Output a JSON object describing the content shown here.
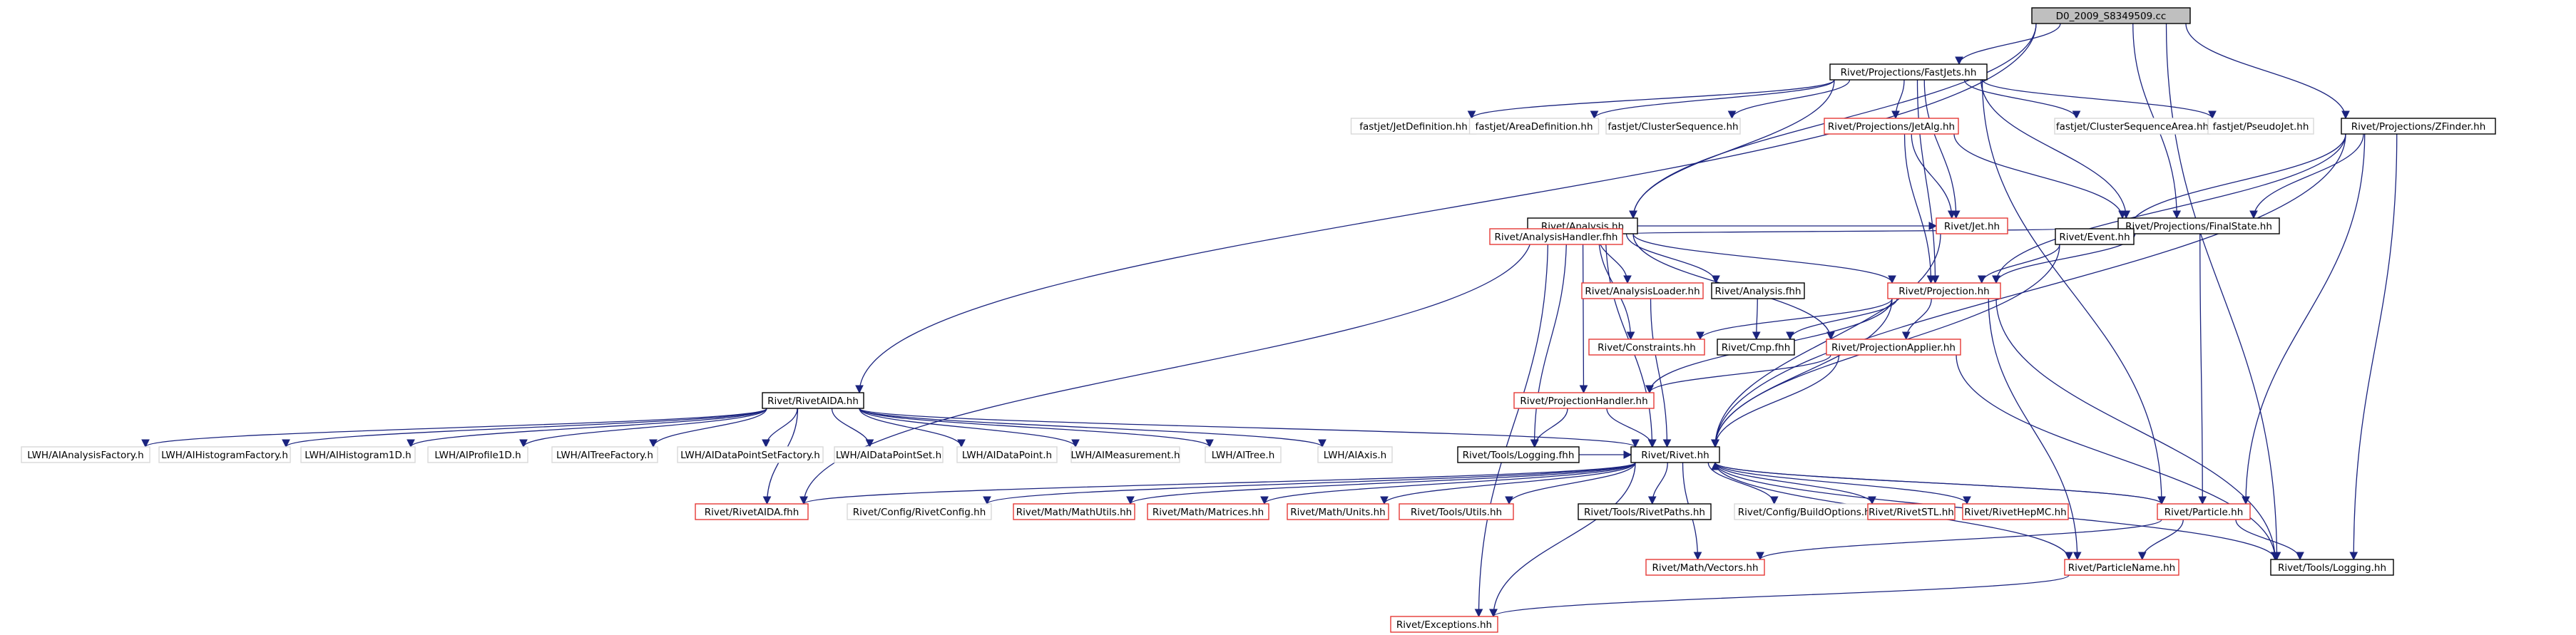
{
  "colors": {
    "edge": "#1a237e",
    "documented_border": "#000000",
    "undocumented_border": "#d8d8d8",
    "missing_border": "#e53935",
    "root_fill": "#bfbfbf",
    "text": "#000000"
  },
  "nodes": [
    {
      "id": "root",
      "label": "D0_2009_S8349509.cc",
      "kind": "root"
    },
    {
      "id": "fastjets",
      "label": "Rivet/Projections/FastJets.hh",
      "kind": "doc"
    },
    {
      "id": "zfinder",
      "label": "Rivet/Projections/ZFinder.hh",
      "kind": "doc"
    },
    {
      "id": "jetdef",
      "label": "fastjet/JetDefinition.hh",
      "kind": "ext"
    },
    {
      "id": "areadef",
      "label": "fastjet/AreaDefinition.hh",
      "kind": "ext"
    },
    {
      "id": "clusterseq",
      "label": "fastjet/ClusterSequence.hh",
      "kind": "ext"
    },
    {
      "id": "jetalg",
      "label": "Rivet/Projections/JetAlg.hh",
      "kind": "missing"
    },
    {
      "id": "csarea",
      "label": "fastjet/ClusterSequenceArea.hh",
      "kind": "ext"
    },
    {
      "id": "pseudojet",
      "label": "fastjet/PseudoJet.hh",
      "kind": "ext"
    },
    {
      "id": "analysis",
      "label": "Rivet/Analysis.hh",
      "kind": "doc"
    },
    {
      "id": "jet",
      "label": "Rivet/Jet.hh",
      "kind": "missing"
    },
    {
      "id": "finalstate",
      "label": "Rivet/Projections/FinalState.hh",
      "kind": "doc"
    },
    {
      "id": "ahandler",
      "label": "Rivet/AnalysisHandler.fhh",
      "kind": "missing"
    },
    {
      "id": "event",
      "label": "Rivet/Event.hh",
      "kind": "doc"
    },
    {
      "id": "aloader",
      "label": "Rivet/AnalysisLoader.hh",
      "kind": "missing"
    },
    {
      "id": "analysisfhh",
      "label": "Rivet/Analysis.fhh",
      "kind": "doc"
    },
    {
      "id": "projection",
      "label": "Rivet/Projection.hh",
      "kind": "missing"
    },
    {
      "id": "constraints",
      "label": "Rivet/Constraints.hh",
      "kind": "missing"
    },
    {
      "id": "cmpfhh",
      "label": "Rivet/Cmp.fhh",
      "kind": "doc"
    },
    {
      "id": "projapplier",
      "label": "Rivet/ProjectionApplier.hh",
      "kind": "missing"
    },
    {
      "id": "rivetaida",
      "label": "Rivet/RivetAIDA.hh",
      "kind": "doc"
    },
    {
      "id": "projhandler",
      "label": "Rivet/ProjectionHandler.hh",
      "kind": "missing"
    },
    {
      "id": "lwh1",
      "label": "LWH/AIAnalysisFactory.h",
      "kind": "ext"
    },
    {
      "id": "lwh2",
      "label": "LWH/AIHistogramFactory.h",
      "kind": "ext"
    },
    {
      "id": "lwh3",
      "label": "LWH/AIHistogram1D.h",
      "kind": "ext"
    },
    {
      "id": "lwh4",
      "label": "LWH/AIProfile1D.h",
      "kind": "ext"
    },
    {
      "id": "lwh5",
      "label": "LWH/AITreeFactory.h",
      "kind": "ext"
    },
    {
      "id": "lwh6",
      "label": "LWH/AIDataPointSetFactory.h",
      "kind": "ext"
    },
    {
      "id": "lwh7",
      "label": "LWH/AIDataPointSet.h",
      "kind": "ext"
    },
    {
      "id": "lwh8",
      "label": "LWH/AIDataPoint.h",
      "kind": "ext"
    },
    {
      "id": "lwh9",
      "label": "LWH/AIMeasurement.h",
      "kind": "ext"
    },
    {
      "id": "lwh10",
      "label": "LWH/AITree.h",
      "kind": "ext"
    },
    {
      "id": "lwh11",
      "label": "LWH/AIAxis.h",
      "kind": "ext"
    },
    {
      "id": "toolslogfhh",
      "label": "Rivet/Tools/Logging.fhh",
      "kind": "doc"
    },
    {
      "id": "rivethh",
      "label": "Rivet/Rivet.hh",
      "kind": "doc"
    },
    {
      "id": "rivetaidafhh",
      "label": "Rivet/RivetAIDA.fhh",
      "kind": "missing"
    },
    {
      "id": "rivetconfig",
      "label": "Rivet/Config/RivetConfig.hh",
      "kind": "ext"
    },
    {
      "id": "mathutils",
      "label": "Rivet/Math/MathUtils.hh",
      "kind": "missing"
    },
    {
      "id": "matrices",
      "label": "Rivet/Math/Matrices.hh",
      "kind": "missing"
    },
    {
      "id": "units",
      "label": "Rivet/Math/Units.hh",
      "kind": "missing"
    },
    {
      "id": "toolsutils",
      "label": "Rivet/Tools/Utils.hh",
      "kind": "missing"
    },
    {
      "id": "rivetpaths",
      "label": "Rivet/Tools/RivetPaths.hh",
      "kind": "doc"
    },
    {
      "id": "buildopts",
      "label": "Rivet/Config/BuildOptions.hh",
      "kind": "ext"
    },
    {
      "id": "rivetstl",
      "label": "Rivet/RivetSTL.hh",
      "kind": "missing"
    },
    {
      "id": "rivethepmc",
      "label": "Rivet/RivetHepMC.hh",
      "kind": "missing"
    },
    {
      "id": "particle",
      "label": "Rivet/Particle.hh",
      "kind": "missing"
    },
    {
      "id": "toolslog",
      "label": "Rivet/Tools/Logging.hh",
      "kind": "doc"
    },
    {
      "id": "vectors",
      "label": "Rivet/Math/Vectors.hh",
      "kind": "missing"
    },
    {
      "id": "pname",
      "label": "Rivet/ParticleName.hh",
      "kind": "missing"
    },
    {
      "id": "exceptions",
      "label": "Rivet/Exceptions.hh",
      "kind": "missing"
    }
  ],
  "edges": [
    [
      "root",
      "fastjets"
    ],
    [
      "root",
      "analysis"
    ],
    [
      "root",
      "rivetaida"
    ],
    [
      "root",
      "zfinder"
    ],
    [
      "root",
      "finalstate"
    ],
    [
      "root",
      "toolslog"
    ],
    [
      "fastjets",
      "jetdef"
    ],
    [
      "fastjets",
      "areadef"
    ],
    [
      "fastjets",
      "clusterseq"
    ],
    [
      "fastjets",
      "jetalg"
    ],
    [
      "fastjets",
      "csarea"
    ],
    [
      "fastjets",
      "pseudojet"
    ],
    [
      "fastjets",
      "finalstate"
    ],
    [
      "fastjets",
      "jet"
    ],
    [
      "fastjets",
      "analysis"
    ],
    [
      "fastjets",
      "projection"
    ],
    [
      "fastjets",
      "particle"
    ],
    [
      "zfinder",
      "finalstate"
    ],
    [
      "zfinder",
      "event"
    ],
    [
      "zfinder",
      "projection"
    ],
    [
      "zfinder",
      "rivethh"
    ],
    [
      "zfinder",
      "particle"
    ],
    [
      "zfinder",
      "toolslog"
    ],
    [
      "jetalg",
      "jet"
    ],
    [
      "jetalg",
      "projection"
    ],
    [
      "jetalg",
      "finalstate"
    ],
    [
      "jet",
      "rivethh"
    ],
    [
      "analysis",
      "jet"
    ],
    [
      "analysis",
      "event"
    ],
    [
      "analysis",
      "ahandler"
    ],
    [
      "analysis",
      "aloader"
    ],
    [
      "analysis",
      "analysisfhh"
    ],
    [
      "analysis",
      "projection"
    ],
    [
      "analysis",
      "constraints"
    ],
    [
      "analysis",
      "projapplier"
    ],
    [
      "analysis",
      "projhandler"
    ],
    [
      "analysis",
      "toolslogfhh"
    ],
    [
      "analysis",
      "rivethh"
    ],
    [
      "analysis",
      "rivetaidafhh"
    ],
    [
      "analysis",
      "exceptions"
    ],
    [
      "finalstate",
      "event"
    ],
    [
      "finalstate",
      "projection"
    ],
    [
      "finalstate",
      "particle"
    ],
    [
      "event",
      "projection"
    ],
    [
      "event",
      "rivethh"
    ],
    [
      "aloader",
      "rivethh"
    ],
    [
      "analysisfhh",
      "cmpfhh"
    ],
    [
      "projection",
      "constraints"
    ],
    [
      "projection",
      "cmpfhh"
    ],
    [
      "projection",
      "projapplier"
    ],
    [
      "projection",
      "projhandler"
    ],
    [
      "projection",
      "rivethh"
    ],
    [
      "projection",
      "toolslog"
    ],
    [
      "projection",
      "pname"
    ],
    [
      "projapplier",
      "projhandler"
    ],
    [
      "projapplier",
      "rivethh"
    ],
    [
      "projapplier",
      "toolslog"
    ],
    [
      "projhandler",
      "toolslogfhh"
    ],
    [
      "projhandler",
      "rivethh"
    ],
    [
      "rivetaida",
      "lwh1"
    ],
    [
      "rivetaida",
      "lwh2"
    ],
    [
      "rivetaida",
      "lwh3"
    ],
    [
      "rivetaida",
      "lwh4"
    ],
    [
      "rivetaida",
      "lwh5"
    ],
    [
      "rivetaida",
      "lwh6"
    ],
    [
      "rivetaida",
      "lwh7"
    ],
    [
      "rivetaida",
      "lwh8"
    ],
    [
      "rivetaida",
      "lwh9"
    ],
    [
      "rivetaida",
      "lwh10"
    ],
    [
      "rivetaida",
      "lwh11"
    ],
    [
      "rivetaida",
      "rivethh"
    ],
    [
      "rivetaida",
      "rivetaidafhh"
    ],
    [
      "toolslogfhh",
      "rivethh"
    ],
    [
      "rivethh",
      "rivetaidafhh"
    ],
    [
      "rivethh",
      "rivetconfig"
    ],
    [
      "rivethh",
      "mathutils"
    ],
    [
      "rivethh",
      "matrices"
    ],
    [
      "rivethh",
      "units"
    ],
    [
      "rivethh",
      "toolsutils"
    ],
    [
      "rivethh",
      "rivetpaths"
    ],
    [
      "rivethh",
      "buildopts"
    ],
    [
      "rivethh",
      "rivetstl"
    ],
    [
      "rivethh",
      "rivethepmc"
    ],
    [
      "rivethh",
      "particle"
    ],
    [
      "rivethh",
      "toolslog"
    ],
    [
      "rivethh",
      "vectors"
    ],
    [
      "rivethh",
      "pname"
    ],
    [
      "rivethh",
      "exceptions"
    ],
    [
      "particle",
      "rivethh"
    ],
    [
      "particle",
      "vectors"
    ],
    [
      "particle",
      "pname"
    ],
    [
      "particle",
      "toolslog"
    ],
    [
      "pname",
      "exceptions"
    ]
  ]
}
